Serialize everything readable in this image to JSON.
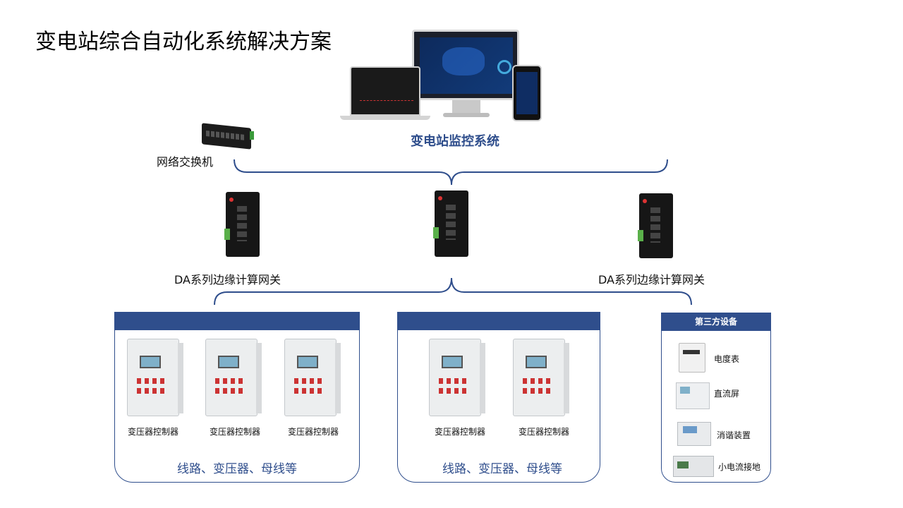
{
  "page_title": "变电站综合自动化系统解决方案",
  "monitoring": {
    "label": "变电站监控系统"
  },
  "network_switch": {
    "label": "网络交换机"
  },
  "gateways": [
    {
      "label": "DA系列边缘计算网关"
    },
    {
      "label": ""
    },
    {
      "label": "DA系列边缘计算网关"
    }
  ],
  "panels": [
    {
      "header": "",
      "cabinets": [
        {
          "label": "变压器控制器"
        },
        {
          "label": "变压器控制器"
        },
        {
          "label": "变压器控制器"
        }
      ],
      "bottom_label": "线路、变压器、母线等"
    },
    {
      "header": "",
      "cabinets": [
        {
          "label": "变压器控制器"
        },
        {
          "label": "变压器控制器"
        }
      ],
      "bottom_label": "线路、变压器、母线等"
    }
  ],
  "third_party": {
    "header": "第三方设备",
    "devices": [
      {
        "label": "电度表",
        "icon": "energy-meter-icon"
      },
      {
        "label": "直流屏",
        "icon": "dc-panel-icon"
      },
      {
        "label": "消谐装置",
        "icon": "harmonic-device-icon"
      },
      {
        "label": "小电流接地",
        "icon": "grounding-device-icon"
      }
    ]
  },
  "colors": {
    "accent": "#2f4e8c",
    "line": "#2f4e8c"
  }
}
